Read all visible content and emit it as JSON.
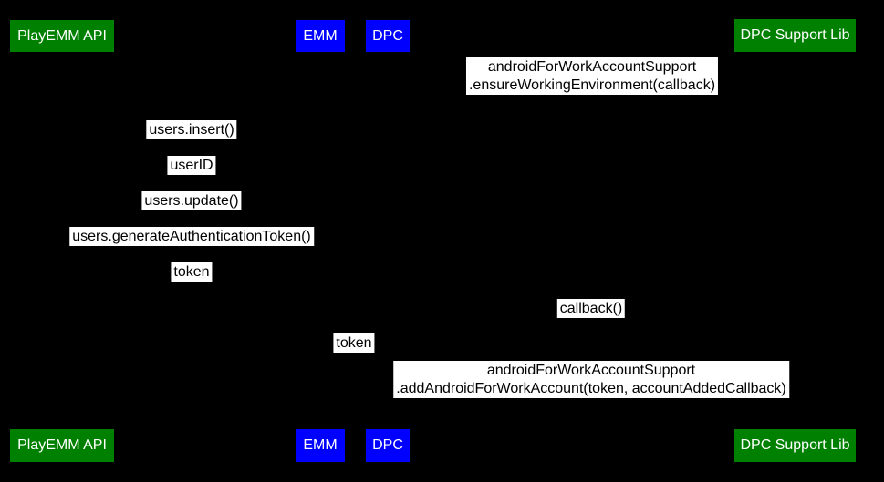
{
  "diagram": {
    "type": "sequence-diagram",
    "colors": {
      "background": "#000000",
      "actor_green": "#008000",
      "actor_blue": "#0000ff",
      "actor_text": "#ffffff",
      "message_label_bg": "#ffffff",
      "message_label_text": "#000000"
    },
    "actors": [
      {
        "label": "PlayEMM API",
        "color": "#008000"
      },
      {
        "label": "EMM",
        "color": "#0000ff"
      },
      {
        "label": "DPC",
        "color": "#0000ff"
      },
      {
        "label": "DPC Support Lib",
        "color": "#008000"
      }
    ],
    "messages": [
      {
        "lines": [
          "androidForWorkAccountSupport",
          ".ensureWorkingEnvironment(callback)"
        ]
      },
      {
        "lines": [
          "users.insert()"
        ]
      },
      {
        "lines": [
          "userID"
        ]
      },
      {
        "lines": [
          "users.update()"
        ]
      },
      {
        "lines": [
          "users.generateAuthenticationToken()"
        ]
      },
      {
        "lines": [
          "token"
        ]
      },
      {
        "lines": [
          "callback()"
        ]
      },
      {
        "lines": [
          "token"
        ]
      },
      {
        "lines": [
          "androidForWorkAccountSupport",
          ".addAndroidForWorkAccount(token, accountAddedCallback)"
        ]
      }
    ]
  }
}
